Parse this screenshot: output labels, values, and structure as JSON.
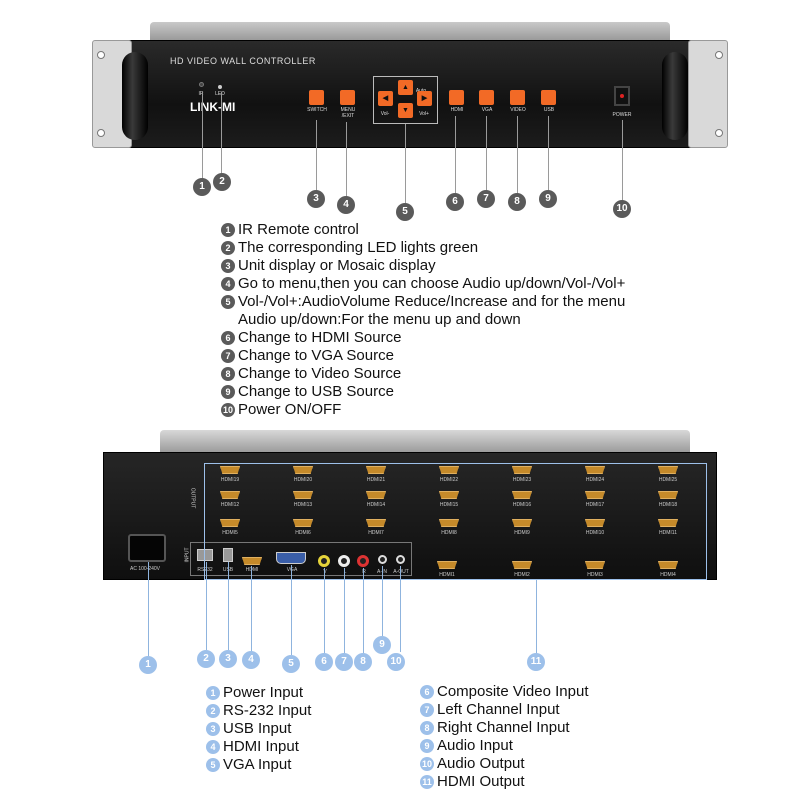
{
  "front": {
    "title": "HD VIDEO WALL CONTROLLER",
    "logo": "LINK-MI",
    "ir_label": "IR",
    "led_label": "LED",
    "buttons": {
      "switch": "SWITCH",
      "menu": "MENU\n/EXIT",
      "volminus": "Vol-",
      "volplus": "Vol+",
      "auto": "Auto",
      "hdmi": "HDMI",
      "vga": "VGA",
      "video": "VIDEO",
      "usb": "USB",
      "power": "POWER"
    },
    "legend": [
      {
        "n": "1",
        "text": "IR Remote control"
      },
      {
        "n": "2",
        "text": "The corresponding LED lights green"
      },
      {
        "n": "3",
        "text": "Unit display or Mosaic display"
      },
      {
        "n": "4",
        "text": "Go to menu,then you can choose Audio up/down/Vol-/Vol+"
      },
      {
        "n": "5",
        "text": "Vol-/Vol+:AudioVolume Reduce/Increase and for the menu"
      },
      {
        "n": "",
        "text": "Audio up/down:For the menu up and down"
      },
      {
        "n": "6",
        "text": "Change to HDMI Source"
      },
      {
        "n": "7",
        "text": "Change to VGA Source"
      },
      {
        "n": "8",
        "text": "Change to Video Source"
      },
      {
        "n": "9",
        "text": "Change to USB Source"
      },
      {
        "n": "10",
        "text": "Power ON/OFF"
      }
    ]
  },
  "rear": {
    "output_label": "OUTPUT",
    "input_label": "INPUT",
    "power_label": "AC 100-240V",
    "ports": {
      "rs232": "RS232",
      "usb": "USB",
      "hdmi": "HDMI",
      "vga": "VGA",
      "v": "V",
      "l": "L",
      "r": "R",
      "ain": "A-IN",
      "aout": "A-OUT"
    },
    "hdmi_rows": [
      [
        "HDMI19",
        "HDMI20",
        "HDMI21",
        "HDMI22",
        "HDMI23",
        "HDMI24",
        "HDMI25"
      ],
      [
        "HDMI12",
        "HDMI13",
        "HDMI14",
        "HDMI15",
        "HDMI16",
        "HDMI17",
        "HDMI18"
      ],
      [
        "HDMI5",
        "HDMI6",
        "HDMI7",
        "HDMI8",
        "HDMI9",
        "HDMI10",
        "HDMI11"
      ],
      [
        "HDMI1",
        "HDMI2",
        "HDMI3",
        "HDMI4"
      ]
    ],
    "legend_left": [
      {
        "n": "1",
        "text": "Power Input"
      },
      {
        "n": "2",
        "text": "RS-232 Input"
      },
      {
        "n": "3",
        "text": "USB Input"
      },
      {
        "n": "4",
        "text": "HDMI Input"
      },
      {
        "n": "5",
        "text": "VGA Input"
      }
    ],
    "legend_right": [
      {
        "n": "6",
        "text": "Composite Video Input"
      },
      {
        "n": "7",
        "text": "Left Channel Input"
      },
      {
        "n": "8",
        "text": "Right Channel Input"
      },
      {
        "n": "9",
        "text": "Audio Input"
      },
      {
        "n": "10",
        "text": "Audio Output"
      },
      {
        "n": "11",
        "text": "HDMI Output"
      }
    ]
  },
  "callouts": {
    "front": [
      "1",
      "2",
      "3",
      "4",
      "5",
      "6",
      "7",
      "8",
      "9",
      "10"
    ],
    "rear": [
      "1",
      "2",
      "3",
      "4",
      "5",
      "6",
      "7",
      "8",
      "9",
      "10",
      "11"
    ]
  },
  "colors": {
    "button_orange": "#f26a26",
    "callout_gray": "#5a5a5a",
    "callout_blue": "#9dc0ea",
    "hdmi_gold": "#c58a2a"
  }
}
